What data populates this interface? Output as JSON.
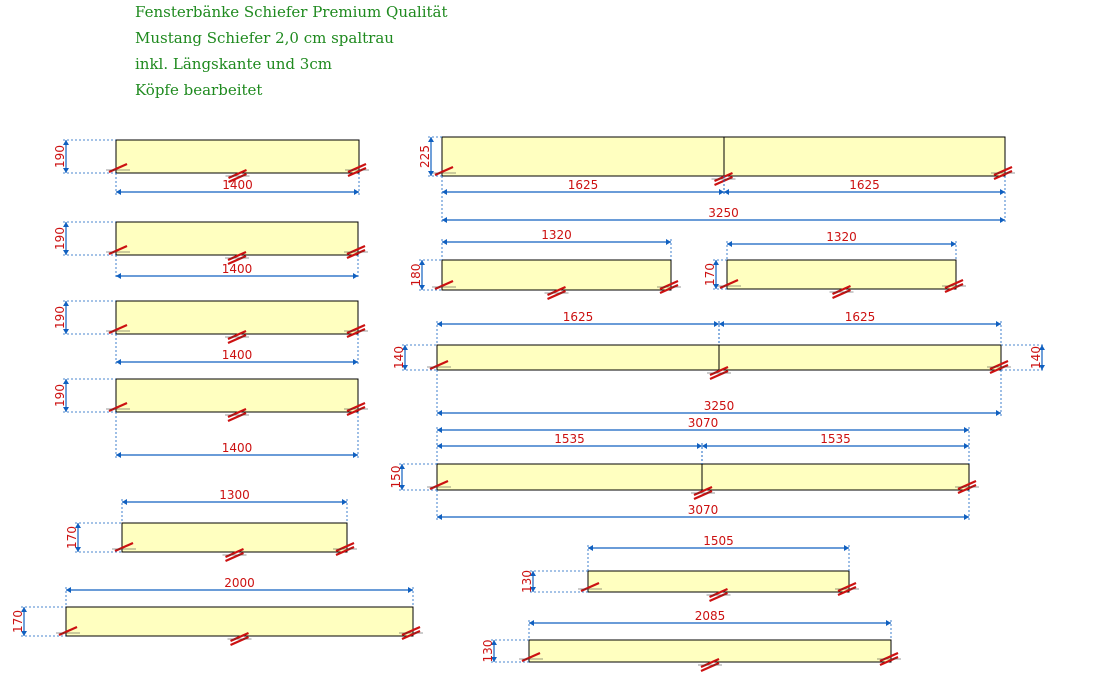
{
  "title_lines": [
    "Fensterbänke Schiefer Premium Qualität",
    "Mustang Schiefer 2,0 cm spaltrau",
    "inkl. Längskante und 3cm",
    "Köpfe bearbeitet"
  ],
  "colors": {
    "title": "#1f8a1f",
    "board_fill": "#ffffc0",
    "board_stroke": "#000000",
    "dimension_line": "#1060c0",
    "dimension_text": "#cc1111",
    "edge_marker": "#cc1111"
  },
  "pieces": [
    {
      "id": "p1",
      "depth": "190",
      "lengths": [
        "1400"
      ]
    },
    {
      "id": "p2",
      "depth": "190",
      "lengths": [
        "1400"
      ]
    },
    {
      "id": "p3",
      "depth": "190",
      "lengths": [
        "1400"
      ]
    },
    {
      "id": "p4",
      "depth": "190",
      "lengths": [
        "1400"
      ]
    },
    {
      "id": "p5",
      "depth": "170",
      "lengths": [
        "1300"
      ]
    },
    {
      "id": "p6",
      "depth": "170",
      "lengths": [
        "2000"
      ]
    },
    {
      "id": "p7",
      "depth": "225",
      "lengths": [
        "1625",
        "1625"
      ],
      "total": "3250"
    },
    {
      "id": "p8",
      "depth": "180",
      "lengths": [
        "1320"
      ]
    },
    {
      "id": "p9",
      "depth": "170",
      "lengths": [
        "1320"
      ]
    },
    {
      "id": "p10",
      "depth": "140",
      "depth_right": "140",
      "lengths": [
        "1625",
        "1625"
      ],
      "total": "3250"
    },
    {
      "id": "p11",
      "depth": "150",
      "lengths": [
        "1535",
        "1535"
      ],
      "total_top": "3070",
      "total": "3070"
    },
    {
      "id": "p12",
      "depth": "130",
      "lengths": [
        "1505"
      ]
    },
    {
      "id": "p13",
      "depth": "130",
      "lengths": [
        "2085"
      ]
    }
  ]
}
